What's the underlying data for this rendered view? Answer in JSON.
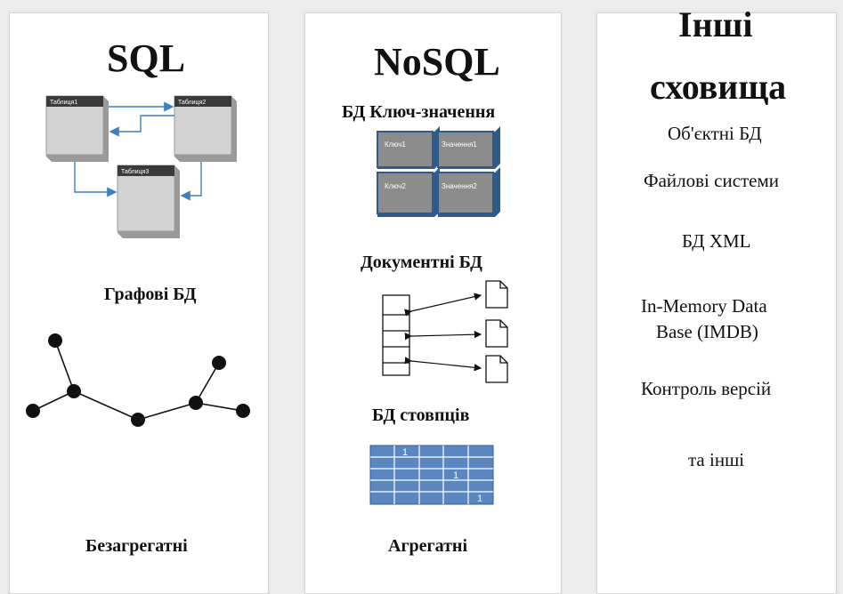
{
  "sql": {
    "title": "SQL",
    "tables": [
      "Таблиця1",
      "Таблиця2",
      "Таблиця3"
    ],
    "graph_label": "Графові БД",
    "footer": "Безагрегатні"
  },
  "nosql": {
    "title": "NoSQL",
    "kv_label": "БД Ключ-значення",
    "kv_cells": [
      "Ключ1",
      "Значення1",
      "Ключ2",
      "Значення2"
    ],
    "doc_label": "Документні БД",
    "col_label": "БД стовпців",
    "col_marks": [
      "1",
      "1",
      "1"
    ],
    "footer": "Агрегатні"
  },
  "other": {
    "title_line1": "Інші",
    "title_line2": "сховища",
    "items": [
      "Об'єктні БД",
      "Файлові системи",
      "БД XML",
      "In-Memory Data",
      "Base (IMDB)",
      "Контроль версій",
      "та інші"
    ]
  },
  "colors": {
    "arrow": "#3d7fbf",
    "box_front": "#d2d2d2",
    "box_dark": "#3a3a3a",
    "kv_blue": "#4a6fa5",
    "col_blue": "#5b86c0"
  }
}
